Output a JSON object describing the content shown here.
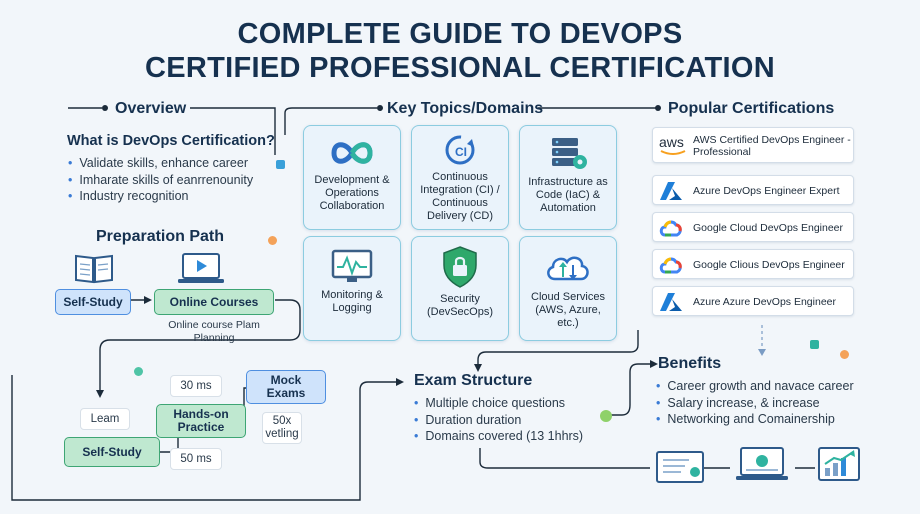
{
  "title": {
    "line1": "COMPLETE GUIDE TO DEVOPS",
    "line2": "CERTIFIED PROFESSIONAL CERTIFICATION"
  },
  "overview": {
    "heading": "Overview",
    "question": "What is DevOps Certification?",
    "bullets": [
      "Validate skills, enhance career",
      "Imharate skills of eanrrenounity",
      "Industry recognition"
    ]
  },
  "topics": {
    "heading": "Key Topics/Domains",
    "cards": [
      {
        "label": "Development & Operations Collaboration",
        "icon": "infinity-icon"
      },
      {
        "label": "Continuous Integration (CI) / Continuous Delivery (CD)",
        "icon": "ci-cycle-icon",
        "icon_text": "CI"
      },
      {
        "label": "Infrastructure as Code (IaC) & Automation",
        "icon": "server-gear-icon"
      },
      {
        "label": "Monitoring & Logging",
        "icon": "monitor-chart-icon"
      },
      {
        "label": "Security (DevSecOps)",
        "icon": "shield-lock-icon"
      },
      {
        "label": "Cloud Services (AWS, Azure, etc.)",
        "icon": "cloud-sync-icon"
      }
    ]
  },
  "certifications": {
    "heading": "Popular Certifications",
    "items": [
      {
        "name": "AWS Certified DevOps Engineer - Professional",
        "logo": "aws-logo-icon",
        "logo_text": "aws"
      },
      {
        "name": "Azure DevOps Engineer Expert",
        "logo": "azure-logo-icon"
      },
      {
        "name": "Google Cloud DevOps Engineer",
        "logo": "google-cloud-logo-icon"
      },
      {
        "name": "Google Clious DevOps Engineer",
        "logo": "google-cloud-logo-icon"
      },
      {
        "name": "Azure Azure DevOps Engineer",
        "logo": "azure-logo-icon"
      }
    ]
  },
  "preparation": {
    "heading": "Preparation Path",
    "self_study": "Self-Study",
    "online_courses": "Online Courses",
    "online_note": "Online course Plam Planning",
    "learn": "Leam",
    "self_study_2": "Self-Study",
    "hands_on": "Hands-on Practice",
    "mock_exams": "Mock Exams",
    "chip_30": "30 ms",
    "chip_50": "50 ms",
    "chip_50x": "50x vetling"
  },
  "exam": {
    "heading": "Exam Structure",
    "bullets": [
      "Multiple choice questions",
      "Duration duration",
      "Domains covered (13 1hhrs)"
    ]
  },
  "benefits": {
    "heading": "Benefits",
    "bullets": [
      "Career growth and navace career",
      "Salary increase, & increase",
      "Networking and Comainership"
    ]
  },
  "colors": {
    "navy": "#16314f",
    "accent_blue": "#3a7bd5",
    "teal": "#2fb3a0",
    "green": "#3ea574",
    "card_border": "#8ccce0"
  }
}
